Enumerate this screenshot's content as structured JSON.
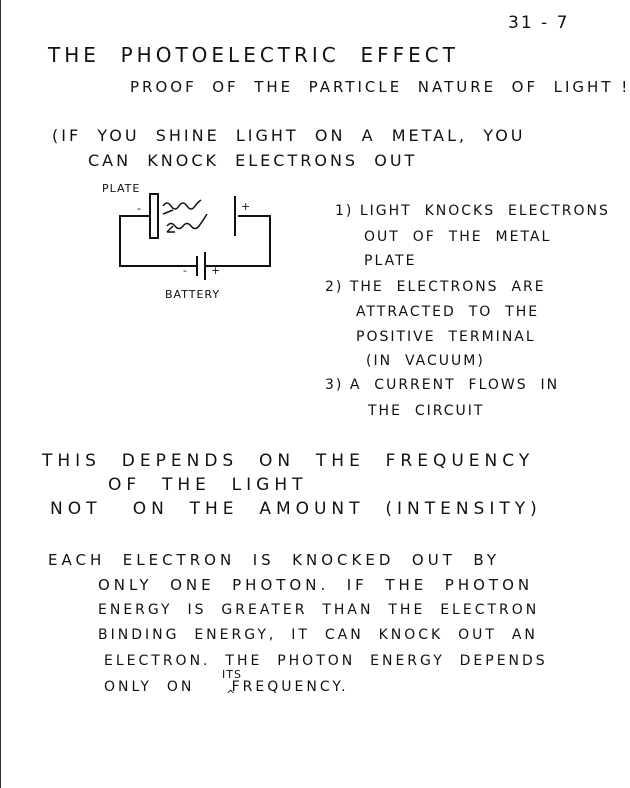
{
  "page": {
    "number": "31 - 7",
    "title": "THE  PHOTOELECTRIC  EFFECT",
    "subtitle": "PROOF  OF  THE  PARTICLE  NATURE  OF  LIGHT !"
  },
  "intro": {
    "line1": "(IF  YOU  SHINE  LIGHT  ON  A  METAL,  YOU",
    "line2": "CAN  KNOCK  ELECTRONS  OUT"
  },
  "diagram": {
    "plate_label": "PLATE",
    "battery_label": "BATTERY",
    "minus": "-",
    "plus": "+"
  },
  "steps": [
    {
      "line1": "1) LIGHT  KNOCKS  ELECTRONS",
      "line2": "OUT  OF  THE  METAL",
      "line3": "PLATE"
    },
    {
      "line1": "2) THE  ELECTRONS  ARE",
      "line2": "ATTRACTED  TO  THE",
      "line3": "POSITIVE  TERMINAL",
      "line4": "(IN  VACUUM)"
    },
    {
      "line1": "3) A  CURRENT  FLOWS  IN",
      "line2": "THE  CIRCUIT"
    }
  ],
  "frequency": {
    "line1": "THIS  DEPENDS  ON  THE  FREQUENCY",
    "line2": "OF  THE  LIGHT",
    "line3": "NOT   ON  THE  AMOUNT  (INTENSITY)"
  },
  "photon": {
    "line1": "EACH  ELECTRON  IS  KNOCKED  OUT  BY",
    "line2": "ONLY  ONE  PHOTON.  IF  THE  PHOTON",
    "line3": "ENERGY  IS  GREATER  THAN  THE  ELECTRON",
    "line4": "BINDING  ENERGY,  IT  CAN  KNOCK  OUT  AN",
    "line5": "ELECTRON.  THE  PHOTON  ENERGY  DEPENDS",
    "line6": "ONLY  ON     FREQUENCY.",
    "insert_word": "ITS",
    "caret": "^"
  }
}
